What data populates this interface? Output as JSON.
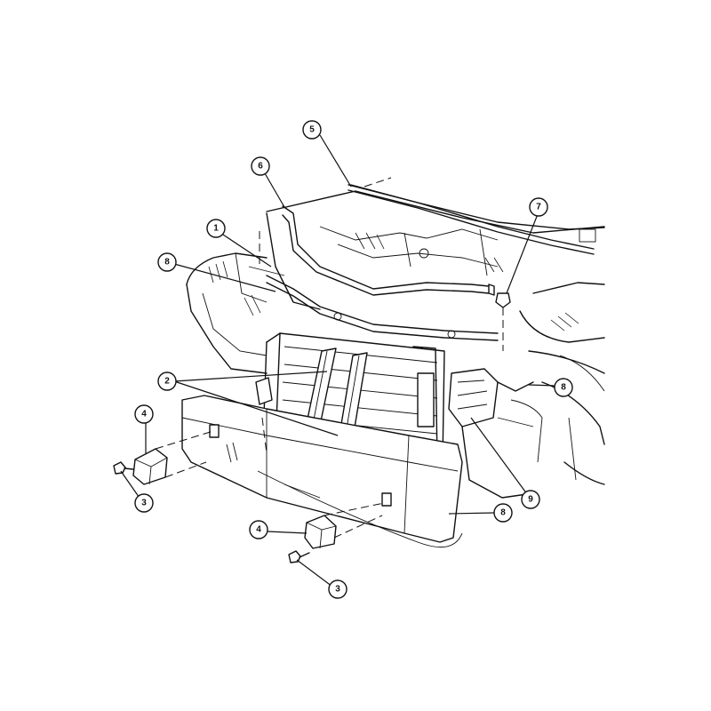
{
  "callouts": [
    {
      "id": "c5",
      "label": "5"
    },
    {
      "id": "c6",
      "label": "6"
    },
    {
      "id": "c7",
      "label": "7"
    },
    {
      "id": "c1",
      "label": "1"
    },
    {
      "id": "c8a",
      "label": "8"
    },
    {
      "id": "c2",
      "label": "2"
    },
    {
      "id": "c8b",
      "label": "8"
    },
    {
      "id": "c4a",
      "label": "4"
    },
    {
      "id": "c3a",
      "label": "3"
    },
    {
      "id": "c9",
      "label": "9"
    },
    {
      "id": "c8c",
      "label": "8"
    },
    {
      "id": "c4b",
      "label": "4"
    },
    {
      "id": "c3b",
      "label": "3"
    }
  ]
}
